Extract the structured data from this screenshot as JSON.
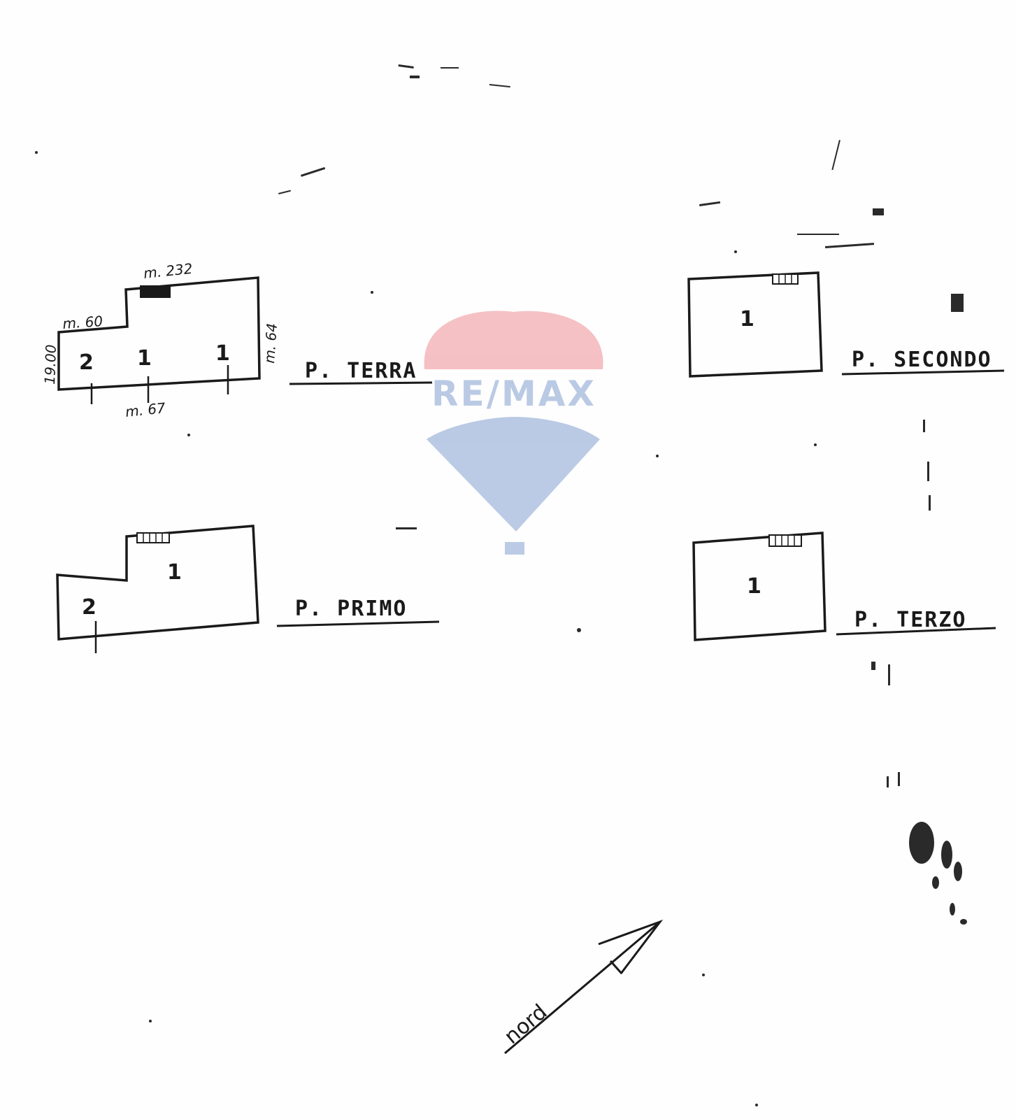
{
  "floors": {
    "terra": {
      "label": "P. TERRA",
      "rooms": [
        "2",
        "1",
        "1"
      ]
    },
    "primo": {
      "label": "P. PRIMO",
      "rooms": [
        "1",
        "2"
      ]
    },
    "secondo": {
      "label": "P. SECONDO",
      "rooms": [
        "1"
      ]
    },
    "terzo": {
      "label": "P.  TERZO",
      "rooms": [
        "1"
      ]
    }
  },
  "dimensions": {
    "top": "m. 232",
    "step": "m. 60",
    "right": "m. 64",
    "left": "19.00",
    "bottom": "m. 67"
  },
  "north_label": "nord",
  "watermark": {
    "text": "RE/MAX",
    "colors": {
      "red": "#e5404a",
      "blue": "#2f5fb0"
    }
  }
}
